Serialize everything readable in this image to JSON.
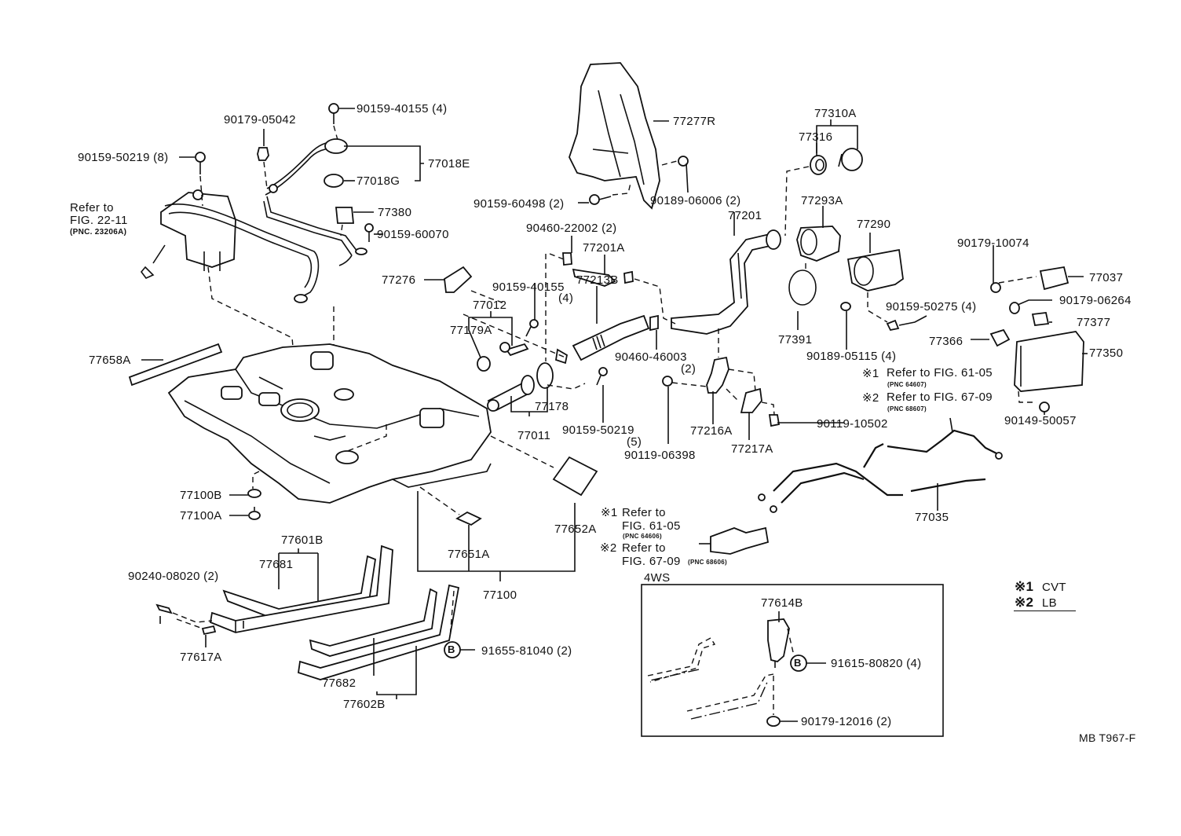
{
  "diagram": {
    "type": "exploded-parts-diagram",
    "subject": "Fuel tank & filler assembly",
    "figure_code": "MB T967-F",
    "parts": {
      "p90159_40155_top": "90159-40155 (4)",
      "p90179_05042": "90179-05042",
      "p90159_50219_8": "90159-50219 (8)",
      "p77018E": "77018E",
      "p77018G": "77018G",
      "p77380": "77380",
      "p90159_60070": "90159-60070",
      "p77277R": "77277R",
      "p90159_60498": "90159-60498 (2)",
      "p90189_06006": "90189-06006 (2)",
      "p77310A": "77310A",
      "p77316": "77316",
      "p77293A": "77293A",
      "p77201": "77201",
      "p77290": "77290",
      "p90460_22002": "90460-22002 (2)",
      "p77201A": "77201A",
      "p77276": "77276",
      "p90159_40155_mid": "90159-40155",
      "p90159_40155_mid_qty": "(4)",
      "p77012": "77012",
      "p77213B": "77213B",
      "p77179A": "77179A",
      "p90179_10074": "90179-10074",
      "p77037": "77037",
      "p90159_50275": "90159-50275 (4)",
      "p90179_06264": "90179-06264",
      "p77377": "77377",
      "p77366": "77366",
      "p77350": "77350",
      "p77391": "77391",
      "p90189_05115": "90189-05115 (4)",
      "p90460_46003": "90460-46003",
      "p90460_46003_qty": "(2)",
      "p77658A": "77658A",
      "p77178": "77178",
      "p77011": "77011",
      "p90159_50219_5": "90159-50219",
      "p90159_50219_5_qty": "(5)",
      "p90119_06398": "90119-06398",
      "p77216A": "77216A",
      "p77217A": "77217A",
      "p90119_10502": "90119-10502",
      "p90149_50057": "90149-50057",
      "p77100B": "77100B",
      "p77100A": "77100A",
      "p77035": "77035",
      "p77652A": "77652A",
      "p77651A": "77651A",
      "p77601B": "77601B",
      "p77681": "77681",
      "p90240_08020": "90240-08020 (2)",
      "p77100": "77100",
      "p91655_81040": "91655-81040 (2)",
      "p77617A": "77617A",
      "p77682": "77682",
      "p77602B": "77602B",
      "p77614B": "77614B",
      "p91615_80820": "91615-80820 (4)",
      "p90179_12016": "90179-12016 (2)"
    },
    "circle_marker": "B",
    "refer_pump": {
      "line1": "Refer to",
      "line2": "FIG. 22-11",
      "pnc": "(PNC. 23206A)"
    },
    "refer_right": {
      "mark1": "※1",
      "text1": "Refer to FIG. 61-05",
      "pnc1": "(PNC 64607)",
      "mark2": "※2",
      "text2": "Refer to FIG. 67-09",
      "pnc2": "(PNC 68607)"
    },
    "refer_mid": {
      "mark1": "※1",
      "line1": "Refer to",
      "line2": "FIG. 61-05",
      "pnc1": "(PNC 64606)",
      "mark2": "※2",
      "line3": "Refer to",
      "line4": "FIG. 67-09",
      "pnc2": "(PNC 68606)"
    },
    "inset": {
      "title": "4WS"
    },
    "legend": {
      "items": [
        {
          "mark": "※1",
          "text": "CVT"
        },
        {
          "mark": "※2",
          "text": "LB"
        }
      ]
    }
  }
}
